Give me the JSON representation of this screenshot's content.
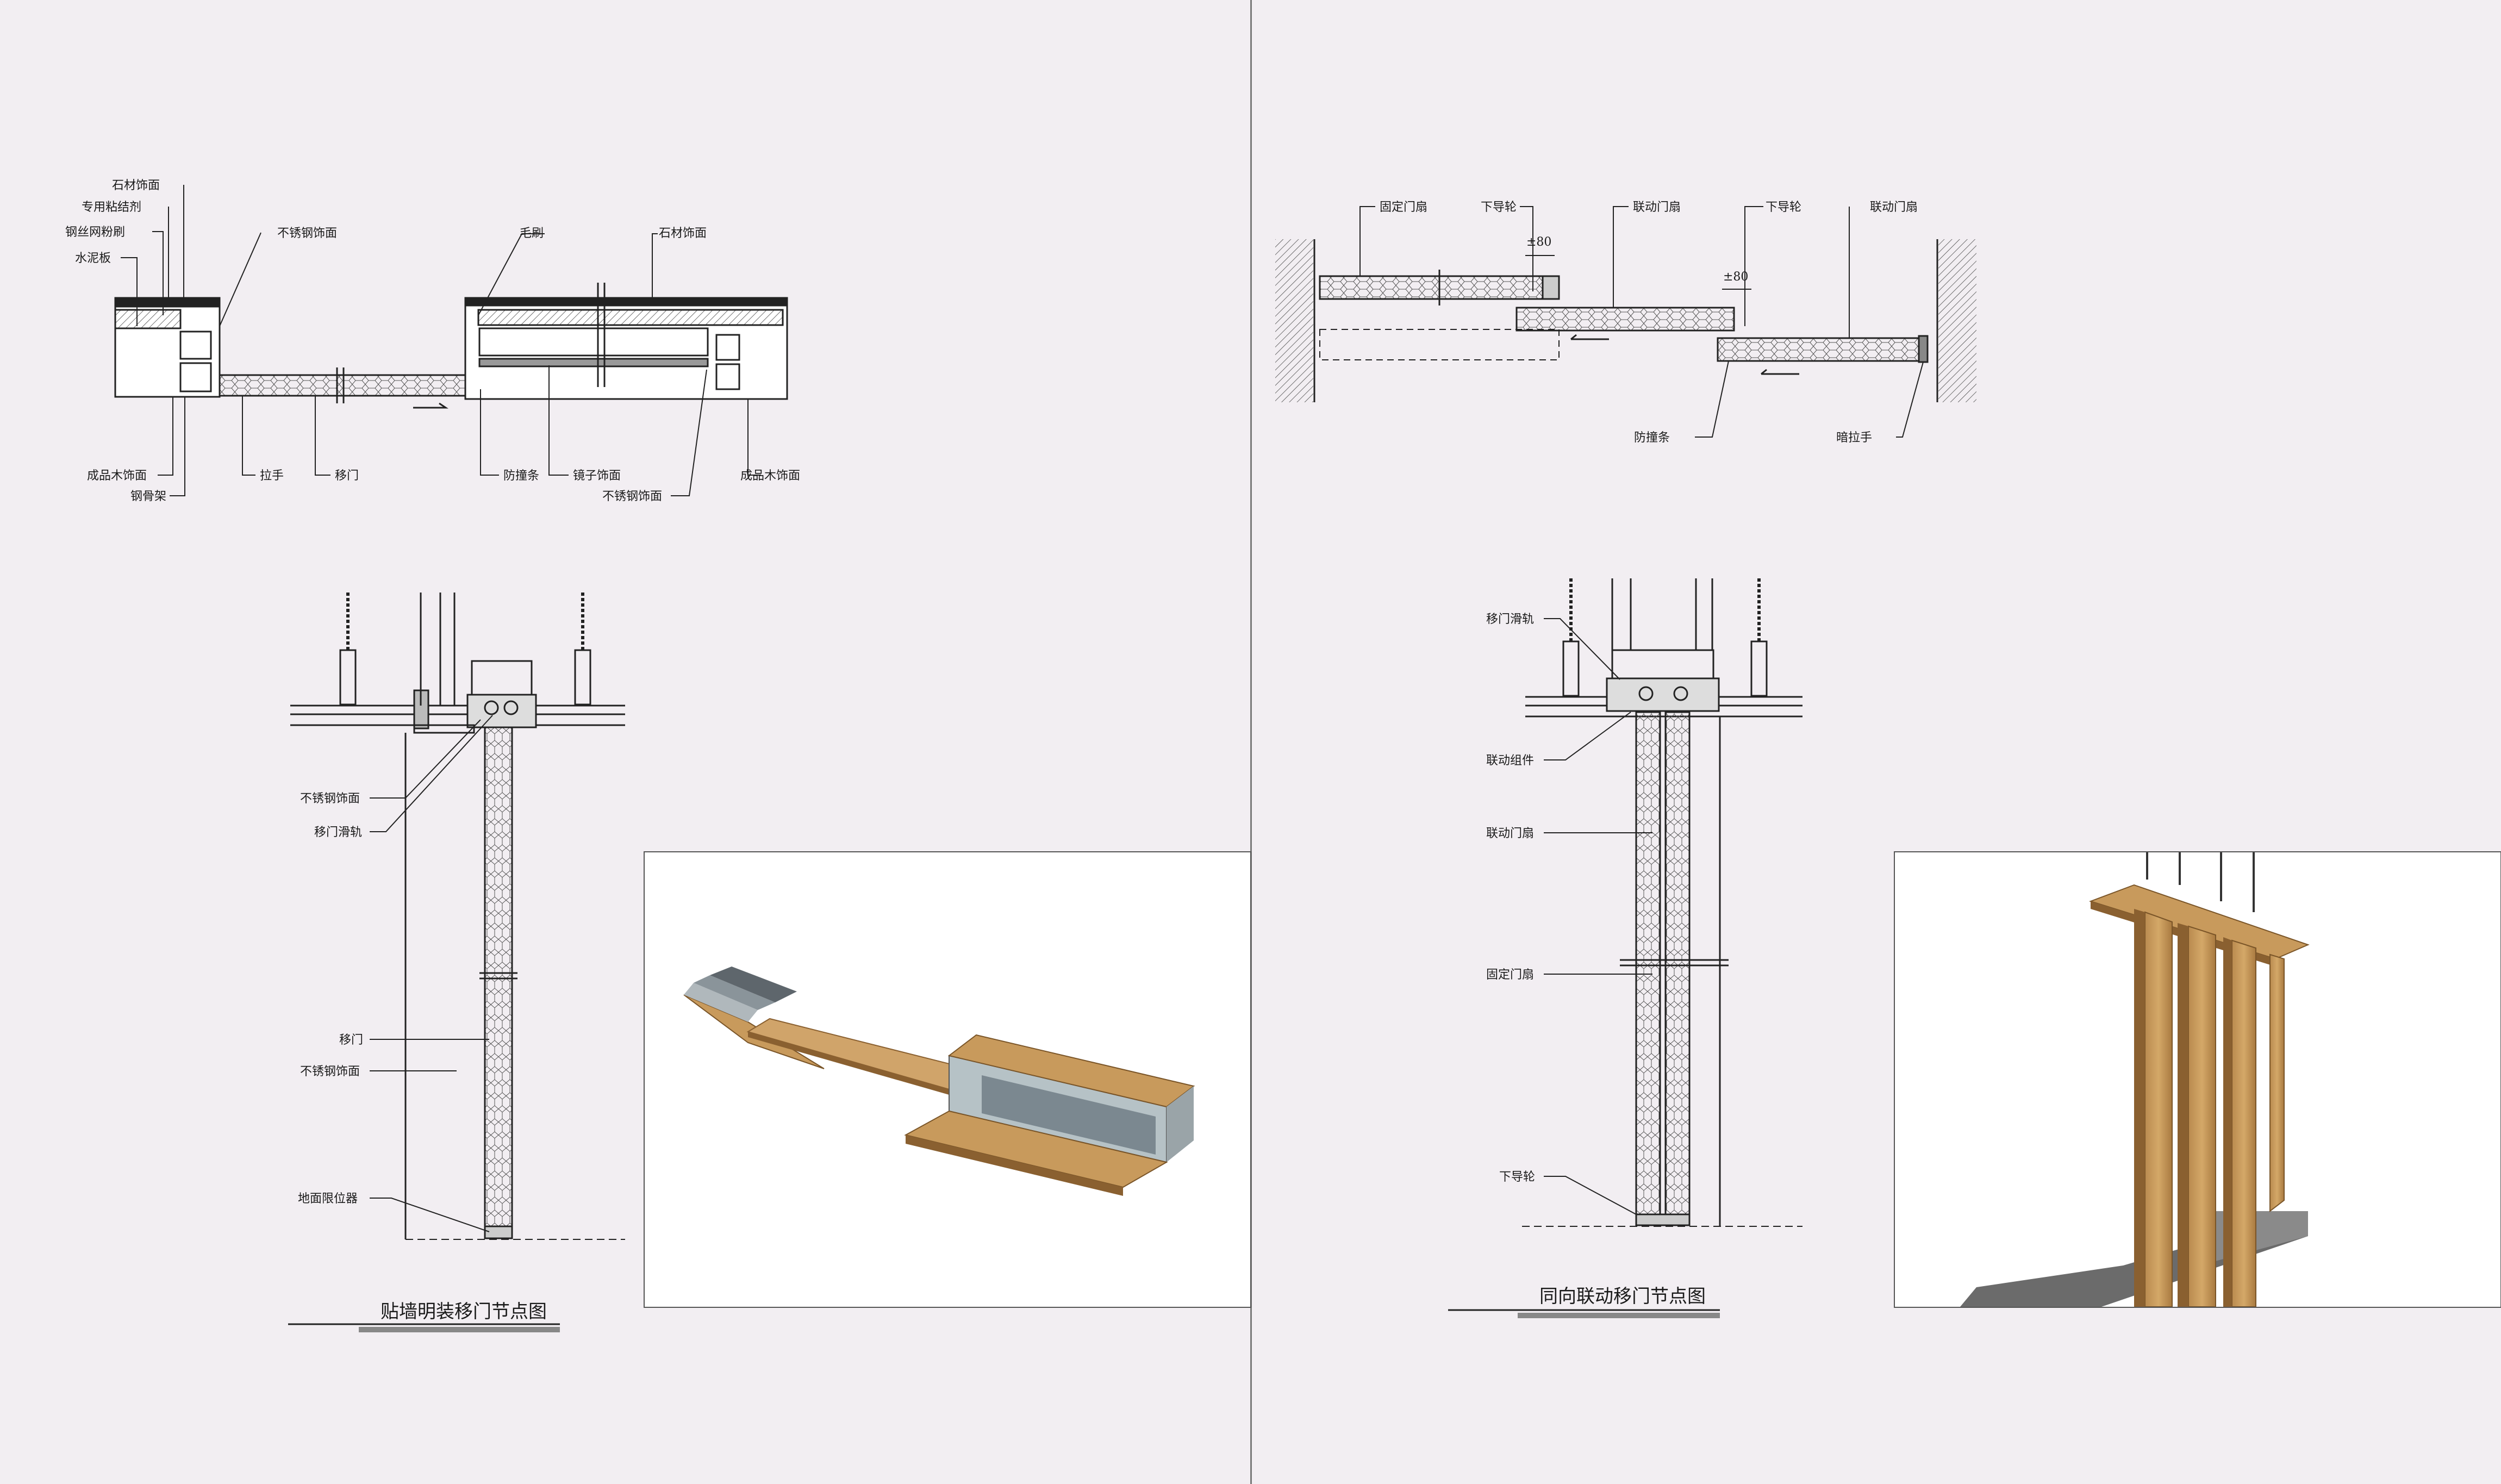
{
  "left_sheet": {
    "plan_labels": {
      "stone_finish_1": "石材饰面",
      "adhesive": "专用粘结剂",
      "mesh_plaster": "钢丝网粉刷",
      "cement_board": "水泥板",
      "ss_finish_top": "不锈钢饰面",
      "brush": "毛刷",
      "stone_finish_2": "石材饰面",
      "wood_finish_1": "成品木饰面",
      "steel_frame": "钢骨架",
      "handle": "拉手",
      "sliding_door": "移门",
      "anti_collision": "防撞条",
      "mirror_finish": "镜子饰面",
      "ss_finish_bottom": "不锈钢饰面",
      "wood_finish_2": "成品木饰面"
    },
    "section_labels": {
      "ss_finish_1": "不锈钢饰面",
      "track": "移门滑轨",
      "sliding_door": "移门",
      "ss_finish_2": "不锈钢饰面",
      "floor_stop": "地面限位器"
    },
    "title": "贴墙明装移门节点图"
  },
  "right_sheet": {
    "plan_labels": {
      "fixed_leaf": "固定门扇",
      "bottom_guide_1": "下导轮",
      "linked_leaf_1": "联动门扇",
      "bottom_guide_2": "下导轮",
      "linked_leaf_2": "联动门扇",
      "dim_1": "±80",
      "dim_2": "±80",
      "anti_collision": "防撞条",
      "hidden_handle": "暗拉手"
    },
    "section_labels": {
      "track": "移门滑轨",
      "link_assembly": "联动组件",
      "linked_leaf": "联动门扇",
      "fixed_leaf": "固定门扇",
      "bottom_guide": "下导轮"
    },
    "title": "同向联动移门节点图"
  },
  "colors": {
    "background": "#f2eef2",
    "line": "#222222",
    "wood": "#c89a5c",
    "wood_dark": "#9c6f3a",
    "steel": "#8a9aa2",
    "shadow": "#6b6b6b"
  }
}
